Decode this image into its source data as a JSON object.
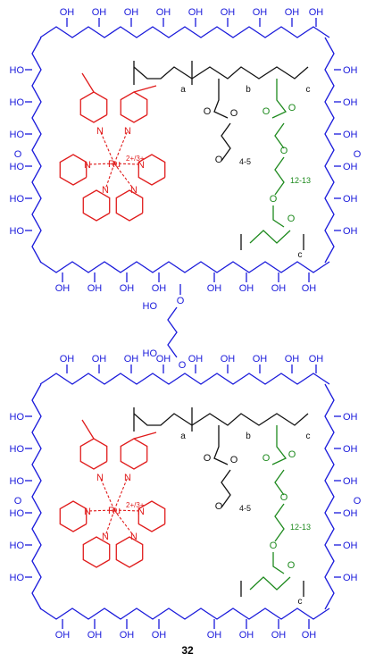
{
  "compound_number": "32",
  "labels": {
    "hydroxyl": "OH",
    "hydroxyl_rev": "HO",
    "ether_oxygen": "O",
    "pyridine_n": "N",
    "metal": "Ru",
    "charge": "2+/3+",
    "sub_a": "a",
    "sub_b": "b",
    "sub_c": "c",
    "peg_repeat": "4-5",
    "long_repeat": "12-13"
  },
  "colors": {
    "polymer_ring": "#1a1adb",
    "ruthenium_complex": "#e01b1b",
    "crosslinker": "#1e8a1e",
    "backbone": "#111111"
  }
}
